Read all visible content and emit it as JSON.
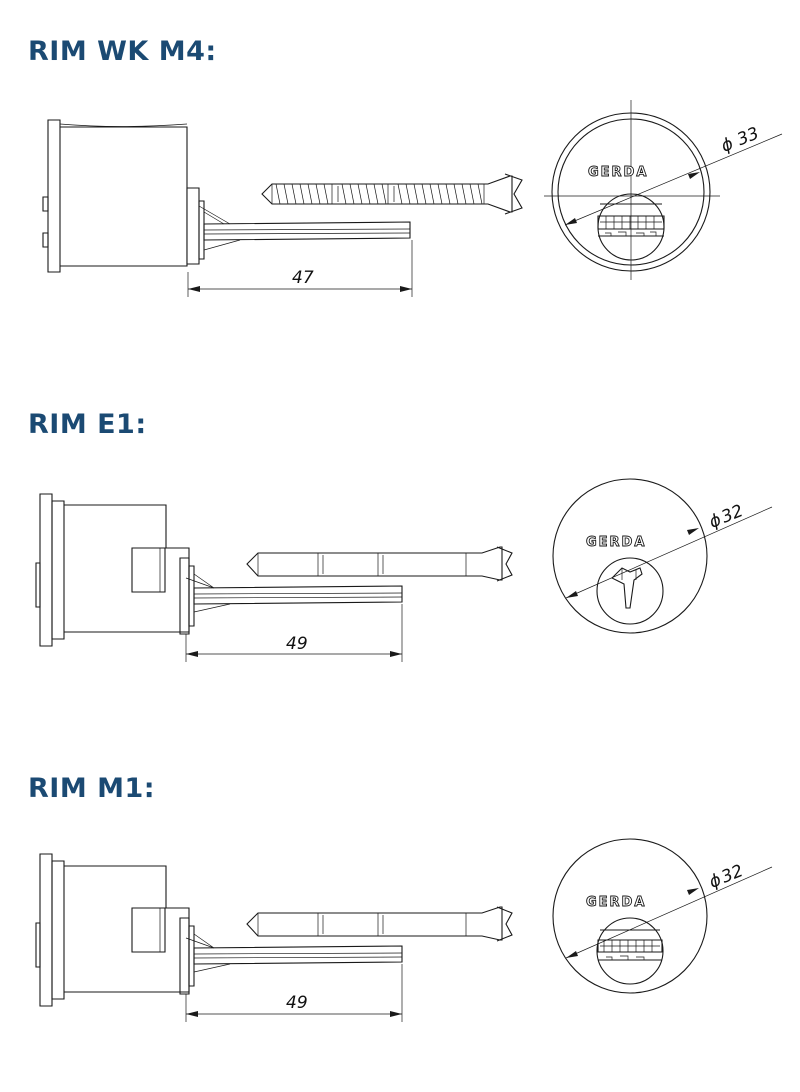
{
  "sections": [
    {
      "title": "RIM WK M4:",
      "length_dim": "47",
      "diameter_symbol": "ϕ",
      "diameter_value": "33",
      "brand": "GERDA"
    },
    {
      "title": "RIM E1:",
      "length_dim": "49",
      "diameter_symbol": "ϕ",
      "diameter_value": "32",
      "brand": "GERDA"
    },
    {
      "title": "RIM M1:",
      "length_dim": "49",
      "diameter_symbol": "ϕ",
      "diameter_value": "32",
      "brand": "GERDA"
    }
  ],
  "colors": {
    "heading": "#1b4a73",
    "line": "#1a1a1a"
  }
}
